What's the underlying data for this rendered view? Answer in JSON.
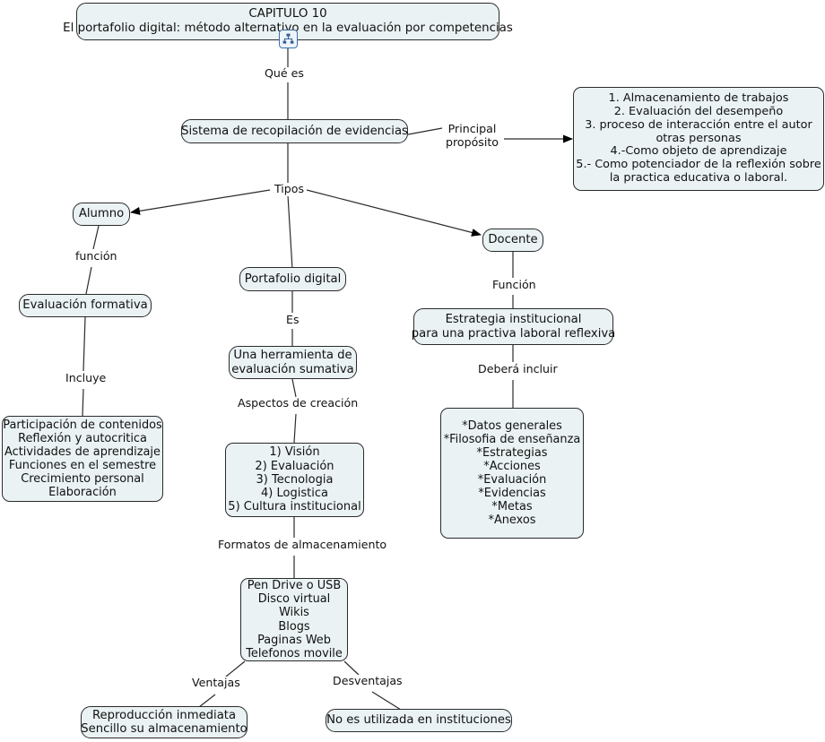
{
  "map": {
    "title_line1": "CAPITULO 10",
    "title_line2": "El portafolio digital: método alternativo en la evaluación por competencias",
    "icon": "concept-map-icon",
    "colors": {
      "node_fill": "#eaf2f4",
      "node_border": "#2b2b2b",
      "badge_border": "#3d6fa8",
      "background": "#ffffff"
    }
  },
  "nodes": {
    "title": "CAPITULO 10\nEl portafolio digital: método alternativo en la evaluación por competencias",
    "sistema": "Sistema de recopilación de evidencias",
    "proposito_list": "1. Almacenamiento de trabajos\n2. Evaluación del desempeño\n3. proceso de interacción entre el autor\notras personas\n4.-Como objeto de aprendizaje\n5.- Como potenciador de la reflexión sobre\nla practica educativa o laboral.",
    "alumno": "Alumno",
    "docente": "Docente",
    "portafolio_digital": "Portafolio digital",
    "evaluacion_formativa": "Evaluación formativa",
    "incluye_list": "Participación de contenidos\nReflexión y autocritica\nActividades de aprendizaje\nFunciones en el semestre\nCrecimiento personal\nElaboración",
    "herramienta": "Una herramienta de\nevaluación sumativa",
    "aspectos_list": "1) Visión\n2) Evaluación\n3) Tecnologia\n4) Logistica\n5) Cultura institucional",
    "estrategia": "Estrategia institucional\npara una practiva laboral reflexiva",
    "debera_incluir_list": "*Datos generales\n*Filosofia de enseñanza\n*Estrategias\n*Acciones\n*Evaluación\n*Evidencias\n*Metas\n*Anexos",
    "formatos_list": "Pen Drive o USB\nDisco virtual\nWikis\nBlogs\nPaginas Web\nTelefonos movile",
    "ventajas_box": "Reproducción inmediata\nSencillo su almacenamiento",
    "desventajas_box": "No es utilizada en instituciones"
  },
  "link_labels": {
    "que_es": "Qué es",
    "principal_proposito": "Principal\npropósito",
    "tipos": "Tipos",
    "funcion_alumno": "función",
    "incluye": "Incluye",
    "es": "Es",
    "aspectos_de_creacion": "Aspectos de creación",
    "formatos_de_almacenamiento": "Formatos de almacenamiento",
    "funcion_docente": "Función",
    "debera_incluir": "Deberá incluir",
    "ventajas": "Ventajas",
    "desventajas": "Desventajas"
  }
}
